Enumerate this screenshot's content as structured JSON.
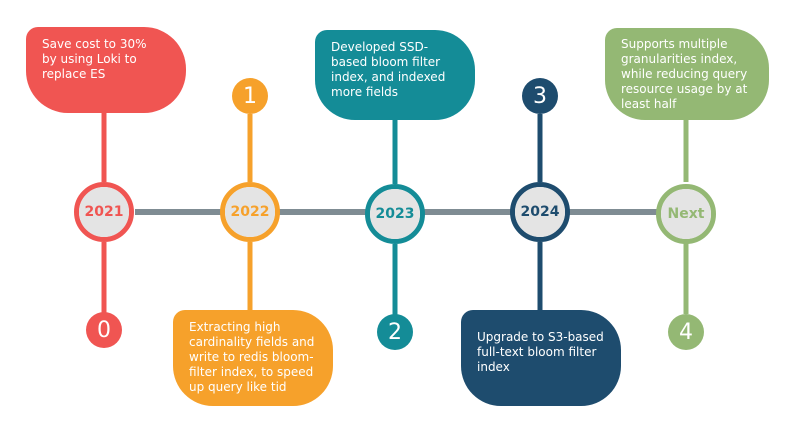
{
  "colors": {
    "red": "#f05552",
    "orange": "#f6a12b",
    "teal": "#148c97",
    "navy": "#1e4c6e",
    "green": "#94b874",
    "axis": "#7f8c93",
    "node_fill": "#e4e4e4"
  },
  "milestones": [
    {
      "index": "0",
      "year": "2021",
      "text": "Save cost to 30% by using Loki to replace ES",
      "color": "red"
    },
    {
      "index": "1",
      "year": "2022",
      "text": "Extracting high cardinality fields and write to redis bloom-filter index, to speed up query like tid",
      "color": "orange"
    },
    {
      "index": "2",
      "year": "2023",
      "text": "Developed SSD-based bloom filter index, and indexed more fields",
      "color": "teal"
    },
    {
      "index": "3",
      "year": "2024",
      "text": "Upgrade to S3-based full-text bloom filter index",
      "color": "navy"
    },
    {
      "index": "4",
      "year": "Next",
      "text": "Supports multiple granularities index, while reducing query resource usage by at least half",
      "color": "green"
    }
  ]
}
